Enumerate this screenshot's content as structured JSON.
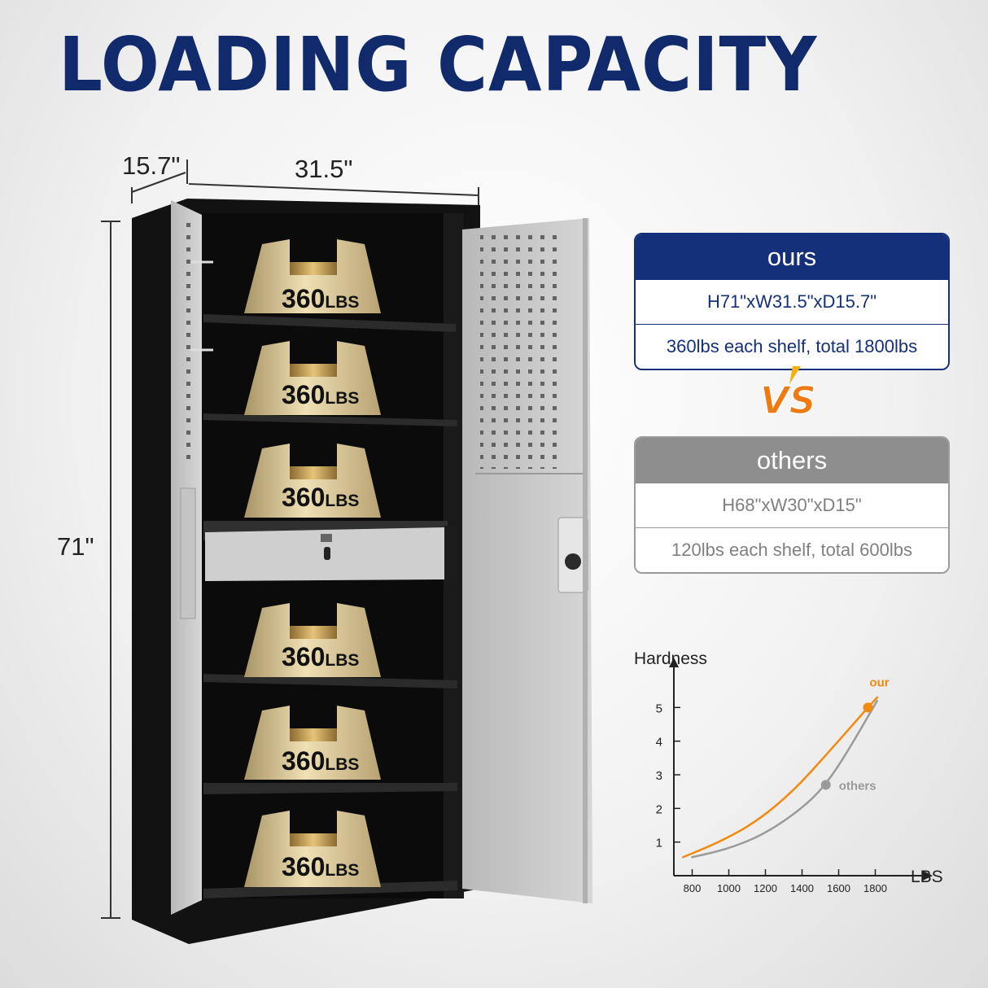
{
  "page": {
    "title": "LOADING CAPACITY"
  },
  "cabinet": {
    "depth_label": "15.7\"",
    "width_label": "31.5\"",
    "height_label": "71\"",
    "shelf_load_label": "360",
    "shelf_unit_label": "LBS"
  },
  "comparison": {
    "ours": {
      "header": "ours",
      "dimensions": "H71\"xW31.5\"xD15.7\"",
      "capacity": "360lbs each shelf, total 1800lbs"
    },
    "vs_text": "VS",
    "others": {
      "header": "others",
      "dimensions": "H68\"xW30\"xD15\"",
      "capacity": "120lbs each shelf, total 600lbs"
    }
  },
  "colors": {
    "brand_navy": "#14307a",
    "accent_orange": "#f08a10",
    "others_gray": "#9a9a9a",
    "gold": "#d9c38e"
  },
  "chart_data": {
    "type": "line",
    "ylabel": "Hardness",
    "xlabel": "LBS",
    "x_ticks": [
      800,
      1000,
      1200,
      1400,
      1600,
      1800
    ],
    "y_ticks": [
      1,
      2,
      3,
      4,
      5
    ],
    "xlim": [
      700,
      1900
    ],
    "ylim": [
      0,
      6
    ],
    "series": [
      {
        "name": "our",
        "color": "#f08a10",
        "highlight": {
          "x": 1760,
          "y": 5
        },
        "x": [
          750,
          950,
          1150,
          1350,
          1550,
          1760,
          1810
        ],
        "y": [
          0.55,
          1.0,
          1.6,
          2.5,
          3.7,
          5.0,
          5.3
        ]
      },
      {
        "name": "others",
        "color": "#9a9a9a",
        "highlight": {
          "x": 1530,
          "y": 2.7
        },
        "x": [
          800,
          1000,
          1200,
          1400,
          1530,
          1650,
          1810
        ],
        "y": [
          0.55,
          0.8,
          1.25,
          2.0,
          2.7,
          3.7,
          5.2
        ]
      }
    ]
  }
}
